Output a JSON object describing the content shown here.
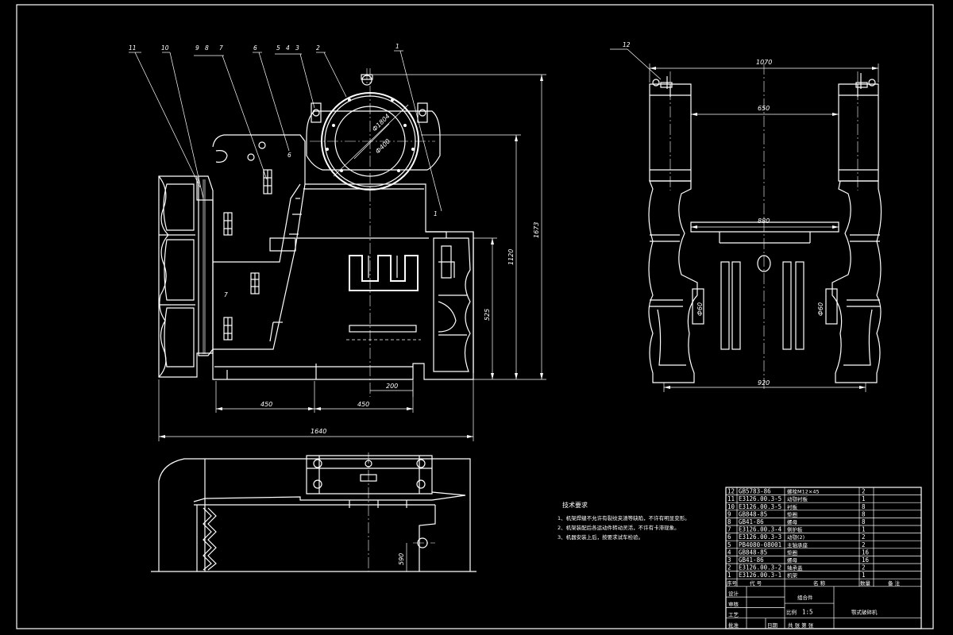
{
  "drawing": {
    "title": "颚式破碎机",
    "part_labels": [
      "11",
      "10",
      "9",
      "8",
      "7",
      "6",
      "5",
      "4",
      "3",
      "2",
      "1",
      "12"
    ],
    "dimensions": {
      "front_overall_width": "1640",
      "front_overall_height": "1673",
      "front_center_height": "1120",
      "front_base_height": "525",
      "front_base_left": "450",
      "front_base_right": "450",
      "front_offset": "200",
      "flywheel_outer": "Ф1804",
      "flywheel_inner": "Ф400",
      "side_top_width": "1070",
      "side_mid_width": "650",
      "side_inner_width": "880",
      "side_base_width": "920",
      "side_left_small": "Ф60",
      "side_right_small": "Ф60",
      "plan_height": "590"
    },
    "tech_req": {
      "heading": "技术要求",
      "items": [
        "1、机架焊缝不允许有裂纹夹渣等缺陷，不许有明显变形。",
        "2、机架装配后各运动件转动灵活，不许有卡滞现象。",
        "3、机器安装上后，按要求试车检验。"
      ]
    },
    "bom": [
      {
        "no": "12",
        "code": "GB5783-86",
        "name": "螺栓M12×45",
        "qty": "2"
      },
      {
        "no": "11",
        "code": "E3126.00.3-5",
        "name": "动颚衬板",
        "qty": "1"
      },
      {
        "no": "10",
        "code": "E3126.00.3-5",
        "name": "衬板",
        "qty": "8"
      },
      {
        "no": "9",
        "code": "GB848-85",
        "name": "垫圈",
        "qty": "8"
      },
      {
        "no": "8",
        "code": "GB41-86",
        "name": "螺母",
        "qty": "8"
      },
      {
        "no": "7",
        "code": "E3126.00.3-4",
        "name": "侧护板",
        "qty": "1"
      },
      {
        "no": "6",
        "code": "E3126.00.3-3",
        "name": "动颚(2)",
        "qty": "2"
      },
      {
        "no": "5",
        "code": "PB4080-08001",
        "name": "主轴承座",
        "qty": "2"
      },
      {
        "no": "4",
        "code": "GB848-85",
        "name": "垫圈",
        "qty": "16"
      },
      {
        "no": "3",
        "code": "GB41-86",
        "name": "螺母",
        "qty": "16"
      },
      {
        "no": "2",
        "code": "E3126.00.3-2",
        "name": "轴承盖",
        "qty": "2"
      },
      {
        "no": "1",
        "code": "E3126.00.3-1",
        "name": "机架",
        "qty": "1"
      }
    ],
    "bom_header": {
      "no": "序号",
      "code": "代  号",
      "name": "名  称",
      "qty": "数量",
      "note": "备  注"
    },
    "title_block": {
      "design": "设计",
      "check": "审核",
      "process": "工艺",
      "approve": "批准",
      "assembly": "组合件",
      "scale_label": "比例",
      "scale": "1:5",
      "drawing_name": "颚式破碎机",
      "sheet": "共  张  第  张",
      "date": "日期"
    }
  }
}
